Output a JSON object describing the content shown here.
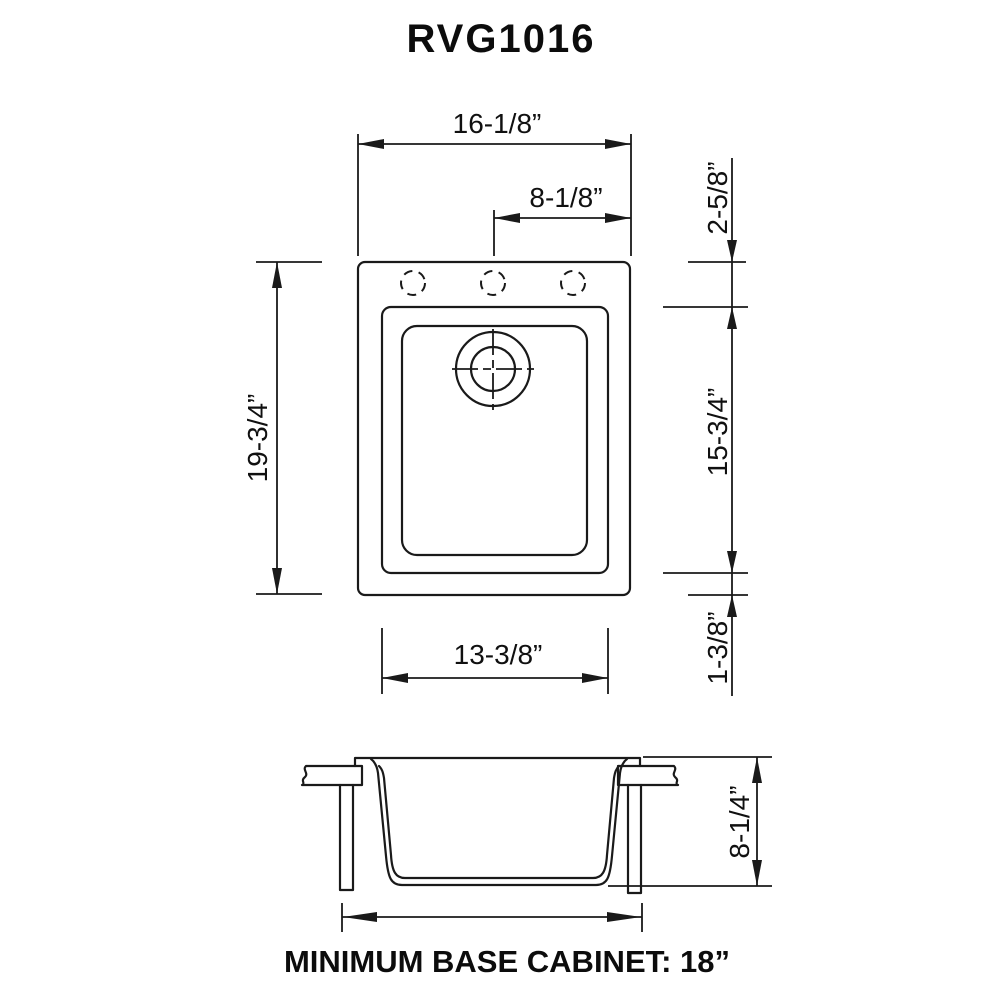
{
  "title": "RVG1016",
  "line_color": "#1a1a1a",
  "top_view": {
    "dim_overall_width": "16-1/8”",
    "dim_drain_center_from_right": "8-1/8”",
    "dim_rim_to_bowl_top": "2-5/8”",
    "dim_overall_depth": "19-3/4”",
    "dim_bowl_length": "15-3/4”",
    "dim_bowl_bottom_to_rim": "1-3/8”",
    "dim_bowl_width": "13-3/8”"
  },
  "side_view": {
    "dim_bowl_height": "8-1/4”",
    "min_base_cabinet_note": "MINIMUM BASE CABINET: 18”"
  }
}
